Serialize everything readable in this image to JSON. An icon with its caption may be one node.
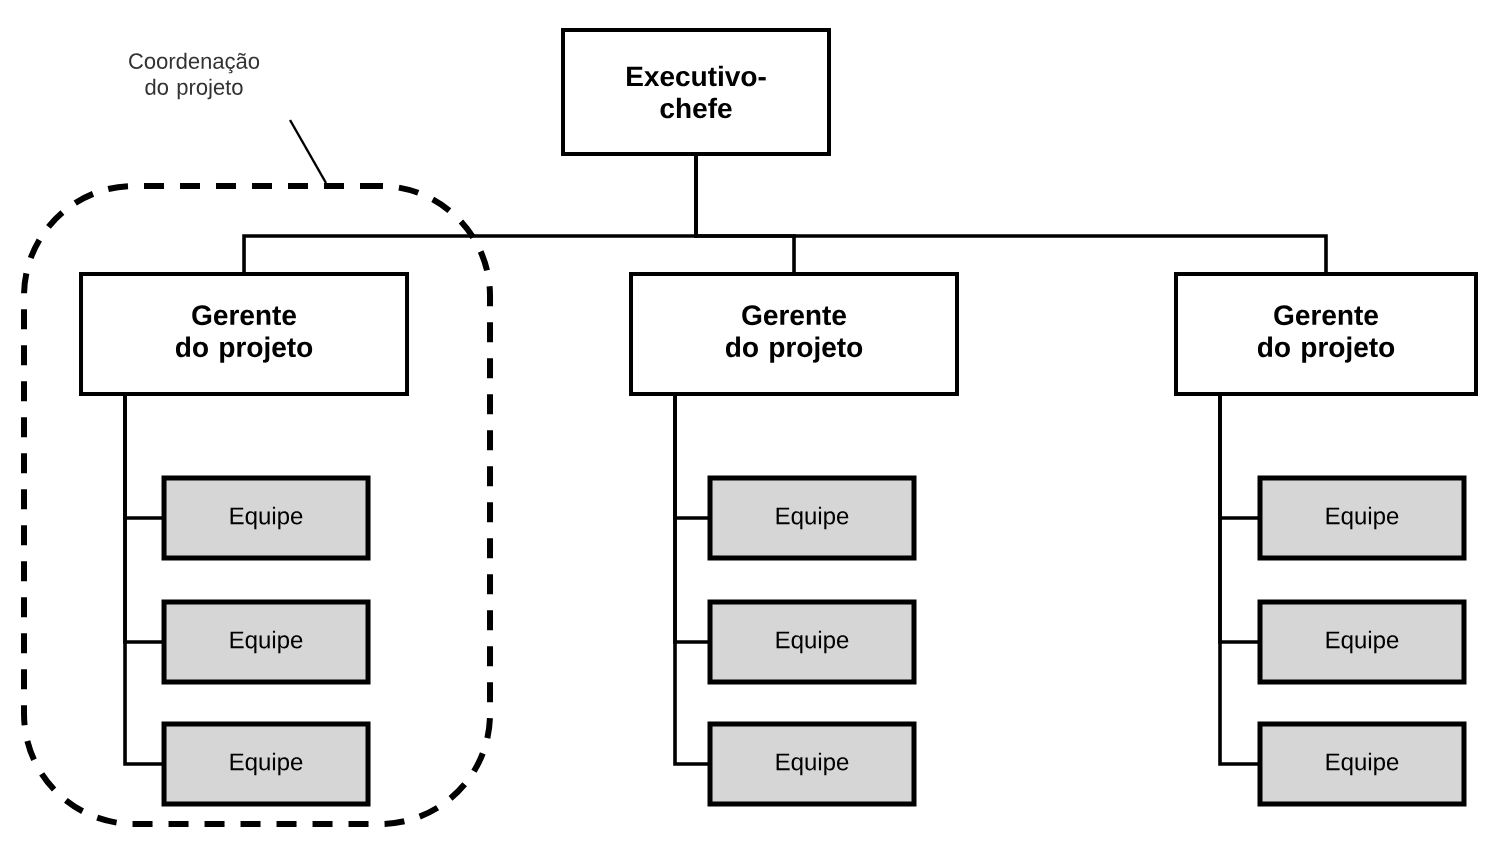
{
  "diagram": {
    "nodes": [
      {
        "text": [
          "Coordenação do projeto"
        ]
      },
      {
        "text": [
          "Executivo-chefe"
        ]
      },
      {
        "text": [],
        "shape": "box"
      },
      {
        "text": [
          "Gerente do projeto"
        ],
        "in": 2
      },
      {
        "text": [
          "Equipe"
        ],
        "in": 2
      },
      {
        "text": [
          "Equipe"
        ],
        "in": 2
      },
      {
        "text": [
          "Equipe"
        ],
        "in": 2
      },
      {
        "text": [
          "Gerente do projeto"
        ]
      },
      {
        "text": [
          "Equipe"
        ]
      },
      {
        "text": [
          "Equipe"
        ]
      },
      {
        "text": [
          "Equipe"
        ]
      },
      {
        "text": [
          "Gerente do projeto"
        ]
      },
      {
        "text": [
          "Equipe"
        ]
      },
      {
        "text": [
          "Equipe"
        ]
      },
      {
        "text": [
          "Equipe"
        ]
      }
    ],
    "edges": [
      {
        "from": 0,
        "to": 2,
        "arrow": "none"
      },
      {
        "from": 1,
        "to": 3,
        "arrow": "none"
      },
      {
        "from": 1,
        "to": 7,
        "arrow": "none"
      },
      {
        "from": 1,
        "to": 11,
        "arrow": "none"
      },
      {
        "from": 3,
        "to": 4,
        "arrow": "none"
      },
      {
        "from": 3,
        "to": 5,
        "arrow": "none"
      },
      {
        "from": 3,
        "to": 6,
        "arrow": "none"
      },
      {
        "from": 7,
        "to": 8,
        "arrow": "none"
      },
      {
        "from": 7,
        "to": 9,
        "arrow": "none"
      },
      {
        "from": 7,
        "to": 10,
        "arrow": "none"
      },
      {
        "from": 11,
        "to": 12,
        "arrow": "none"
      },
      {
        "from": 11,
        "to": 13,
        "arrow": "none"
      },
      {
        "from": 11,
        "to": 14,
        "arrow": "none"
      }
    ]
  }
}
